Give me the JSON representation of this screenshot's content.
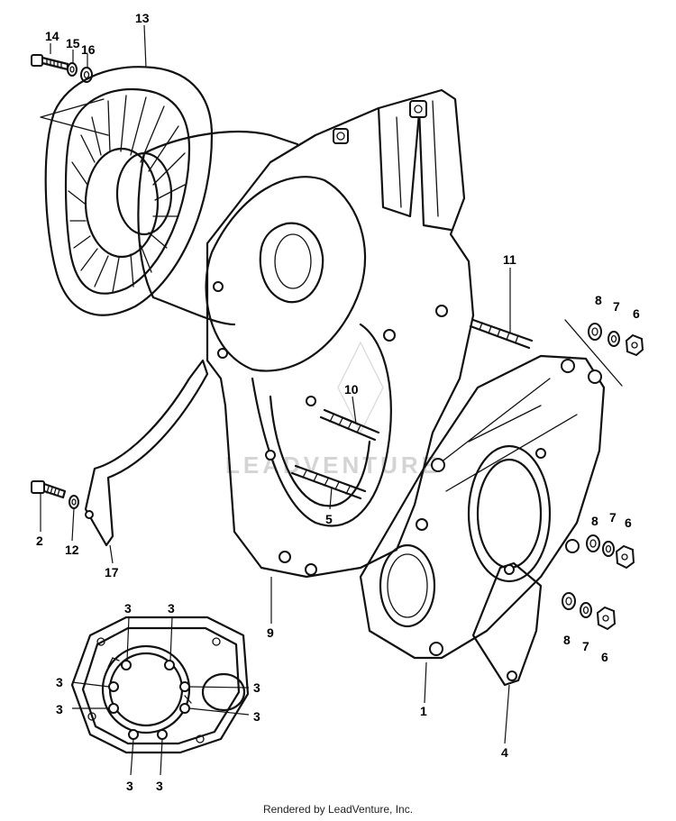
{
  "diagram": {
    "callouts": [
      {
        "id": "c14",
        "text": "14"
      },
      {
        "id": "c15",
        "text": "15"
      },
      {
        "id": "c16",
        "text": "16"
      },
      {
        "id": "c13",
        "text": "13"
      },
      {
        "id": "c11",
        "text": "11"
      },
      {
        "id": "c8a",
        "text": "8"
      },
      {
        "id": "c7a",
        "text": "7"
      },
      {
        "id": "c6a",
        "text": "6"
      },
      {
        "id": "c10",
        "text": "10"
      },
      {
        "id": "c5",
        "text": "5"
      },
      {
        "id": "c2",
        "text": "2"
      },
      {
        "id": "c12",
        "text": "12"
      },
      {
        "id": "c17",
        "text": "17"
      },
      {
        "id": "c9",
        "text": "9"
      },
      {
        "id": "c8b",
        "text": "8"
      },
      {
        "id": "c7b",
        "text": "7"
      },
      {
        "id": "c6b",
        "text": "6"
      },
      {
        "id": "c8c",
        "text": "8"
      },
      {
        "id": "c7c",
        "text": "7"
      },
      {
        "id": "c6c",
        "text": "6"
      },
      {
        "id": "c1",
        "text": "1"
      },
      {
        "id": "c4",
        "text": "4"
      },
      {
        "id": "c3a",
        "text": "3"
      },
      {
        "id": "c3b",
        "text": "3"
      },
      {
        "id": "c3c",
        "text": "3"
      },
      {
        "id": "c3d",
        "text": "3"
      },
      {
        "id": "c3e",
        "text": "3"
      },
      {
        "id": "c3f",
        "text": "3"
      },
      {
        "id": "c3g",
        "text": "3"
      },
      {
        "id": "c3h",
        "text": "3"
      }
    ]
  },
  "footer": {
    "text": "Rendered by LeadVenture, Inc."
  }
}
